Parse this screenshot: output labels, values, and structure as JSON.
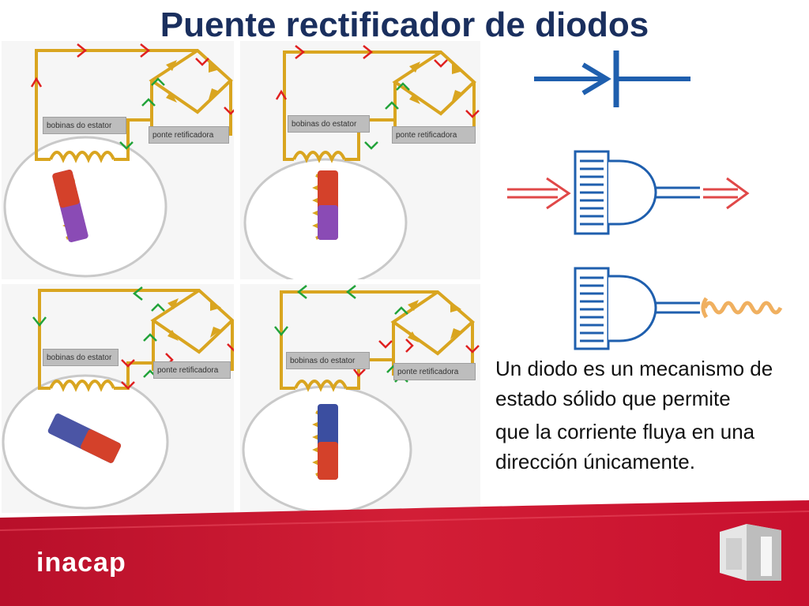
{
  "slide": {
    "title": "Puente rectificador de diodos",
    "brand": "inacap"
  },
  "panels": [
    {
      "coil_label": "bobinas do estator",
      "bridge_label": "ponte retificadora"
    },
    {
      "coil_label": "bobinas do estator",
      "bridge_label": "ponte retificadora"
    },
    {
      "coil_label": "bobinas do estator",
      "bridge_label": "ponte retificadora"
    },
    {
      "coil_label": "bobinas do estator",
      "bridge_label": "ponte retificadora"
    }
  ],
  "description": {
    "line1": "Un diodo es un mecanismo de estado sólido que permite",
    "line2": "que la corriente fluya en una dirección únicamente."
  },
  "colors": {
    "title": "#1a2f5e",
    "wire": "#d9a520",
    "arrow_red": "#e02020",
    "arrow_green": "#22a33a",
    "diode_blue": "#1f5fae",
    "footer_red": "#c8102e"
  },
  "icons": [
    "diode-symbol-icon",
    "diode-valve-flow-icon",
    "diode-valve-blocked-icon",
    "inacap-logo-icon"
  ]
}
